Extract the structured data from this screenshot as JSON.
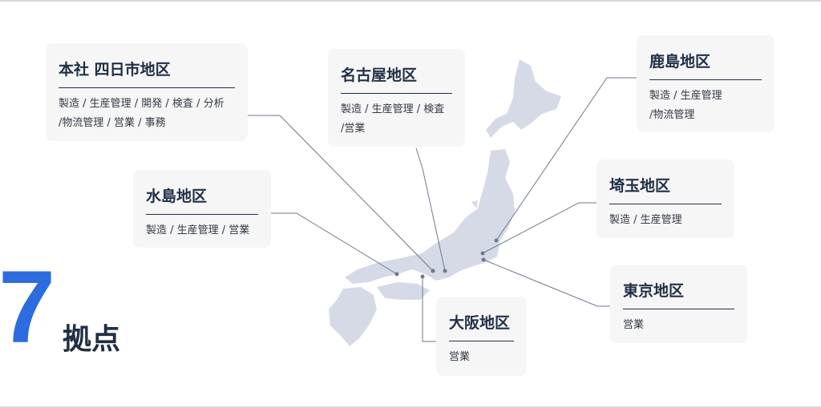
{
  "headline": {
    "count": "7",
    "label": "拠点"
  },
  "sites": [
    {
      "name": "本社 四日市地区",
      "roles": [
        "製造 / 生産管理 / 開発 / 検査 / 分析",
        "/物流管理 / 営業 / 事務"
      ]
    },
    {
      "name": "名古屋地区",
      "roles": [
        "製造 / 生産管理 / 検査",
        "/営業"
      ]
    },
    {
      "name": "水島地区",
      "roles": [
        "製造 / 生産管理 / 営業"
      ]
    },
    {
      "name": "鹿島地区",
      "roles": [
        "製造 / 生産管理",
        "/物流管理"
      ]
    },
    {
      "name": "埼玉地区",
      "roles": [
        "製造 / 生産管理"
      ]
    },
    {
      "name": "東京地区",
      "roles": [
        "営業"
      ]
    },
    {
      "name": "大阪地区",
      "roles": [
        "営業"
      ]
    }
  ],
  "colors": {
    "accent": "#2d6cdf",
    "text": "#1f2f45",
    "map": "#d6dae6",
    "line": "#6b7a8f"
  }
}
